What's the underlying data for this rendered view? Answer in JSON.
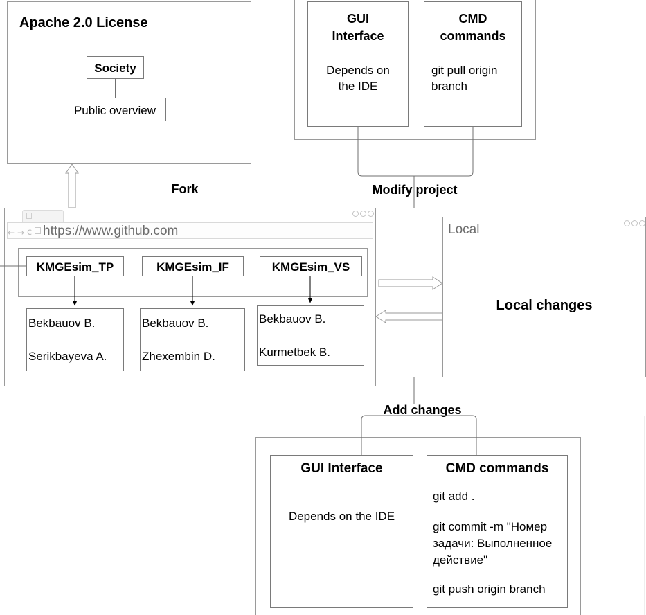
{
  "diagram": {
    "title_hidden": "Git workflow diagram",
    "license_panel": {
      "title": "Apache 2.0 License",
      "society_box": "Society",
      "public_overview_box": "Public overview"
    },
    "fork_label": "Fork",
    "modify_label": "Modify project",
    "add_changes_label": "Add changes",
    "top_process": {
      "gui": {
        "title_line1": "GUI",
        "title_line2": "Interface",
        "body_line1": "Depends on",
        "body_line2": "the IDE"
      },
      "cmd": {
        "title_line1": "CMD",
        "title_line2": "commands",
        "body_line1": "git pull origin",
        "body_line2": "branch"
      }
    },
    "bottom_process": {
      "gui": {
        "title": "GUI Interface",
        "body": "Depends on the IDE"
      },
      "cmd": {
        "title": "CMD commands",
        "lines": [
          "git add .",
          "git commit -m \"Номер",
          "задачи: Выполненное",
          "действие\"",
          "git push origin branch"
        ]
      }
    },
    "browser": {
      "url": "https://www.github.com",
      "nav_back_icon": "←",
      "nav_forward_icon": "→",
      "nav_reload_icon": "c",
      "repos": [
        {
          "name": "KMGEsim_TP",
          "members": [
            "Bekbauov B.",
            "Serikbayeva A."
          ]
        },
        {
          "name": "KMGEsim_IF",
          "members": [
            "Bekbauov B.",
            "Zhexembin D."
          ]
        },
        {
          "name": "KMGEsim_VS",
          "members": [
            "Bekbauov B.",
            "Kurmetbek B."
          ]
        }
      ]
    },
    "local_window": {
      "title": "Local",
      "body": "Local changes"
    },
    "colors": {
      "box_border": "#9a9a9a",
      "line": "#6f6f6f",
      "text": "#000000",
      "url_text": "#6d6d6d",
      "dashed": "#bbbbbb"
    }
  }
}
